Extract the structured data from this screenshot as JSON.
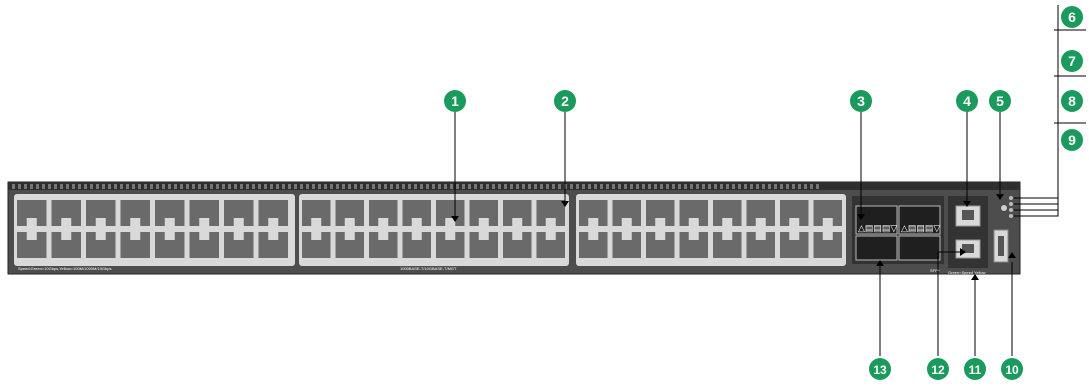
{
  "colors": {
    "callout_fill": "#1a9a5c",
    "chassis_dark": "#3a3a3a",
    "chassis_body": "#4d4d4d",
    "port_bay": "#d9d9d9",
    "port": "#6a6a6a",
    "line": "#000000"
  },
  "callouts": [
    "1",
    "2",
    "3",
    "4",
    "5",
    "6",
    "7",
    "8",
    "9",
    "10",
    "11",
    "12",
    "13"
  ],
  "panel": {
    "left_caption": "Speed:Green=10Gbps,Yellow=100M/1000M/10Gbps",
    "center_caption": "1000BASE-T/10GBASE-T/MGT",
    "sfp_label": "SFP+",
    "right_caption": "Green=Speed Yellow"
  },
  "icons": [
    "sfp-cage-icon",
    "management-port-icon",
    "console-port-icon",
    "usb-port-icon",
    "reset-button-icon",
    "status-led-icon"
  ]
}
